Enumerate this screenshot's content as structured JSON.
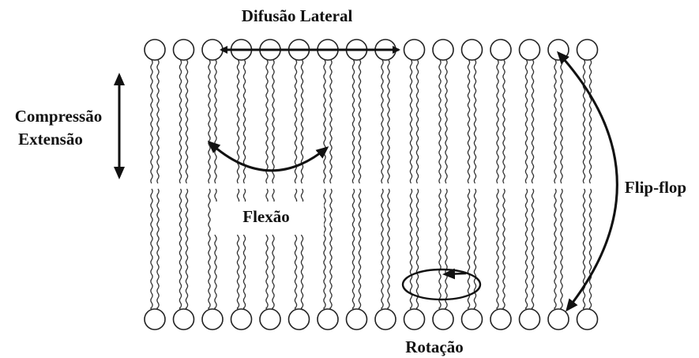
{
  "labels": {
    "lateral_diffusion": "Difusão Lateral",
    "compression": "Compressão",
    "extension": "Extensão",
    "flexion": "Flexão",
    "flip_flop": "Flip-flop",
    "rotation": "Rotação"
  },
  "membrane": {
    "lipids_per_leaflet": 16
  }
}
